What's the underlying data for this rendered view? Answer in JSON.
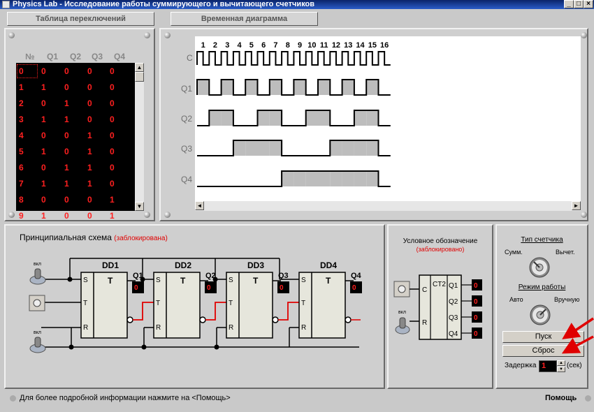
{
  "window": {
    "title": "Physics Lab - Исследование работы суммирующего и вычитающего счетчиков"
  },
  "tabs": {
    "switch_table": "Таблица переключений",
    "timing_diagram": "Временная диаграмма"
  },
  "switch_table": {
    "headers": [
      "№",
      "Q1",
      "Q2",
      "Q3",
      "Q4"
    ],
    "rows": [
      [
        "0",
        "0",
        "0",
        "0",
        "0"
      ],
      [
        "1",
        "1",
        "0",
        "0",
        "0"
      ],
      [
        "2",
        "0",
        "1",
        "0",
        "0"
      ],
      [
        "3",
        "1",
        "1",
        "0",
        "0"
      ],
      [
        "4",
        "0",
        "0",
        "1",
        "0"
      ],
      [
        "5",
        "1",
        "0",
        "1",
        "0"
      ],
      [
        "6",
        "0",
        "1",
        "1",
        "0"
      ],
      [
        "7",
        "1",
        "1",
        "1",
        "0"
      ],
      [
        "8",
        "0",
        "0",
        "0",
        "1"
      ],
      [
        "9",
        "1",
        "0",
        "0",
        "1"
      ]
    ]
  },
  "timing": {
    "clock_numbers": [
      "1",
      "2",
      "3",
      "4",
      "5",
      "6",
      "7",
      "8",
      "9",
      "10",
      "11",
      "12",
      "13",
      "14",
      "15",
      "16"
    ],
    "signal_labels": [
      "C",
      "Q1",
      "Q2",
      "Q3",
      "Q4"
    ],
    "signals": {
      "Q1": [
        1,
        0,
        1,
        0,
        1,
        0,
        1,
        0,
        1,
        0,
        1,
        0,
        1,
        0,
        1,
        0
      ],
      "Q2": [
        0,
        1,
        1,
        0,
        0,
        1,
        1,
        0,
        0,
        1,
        1,
        0,
        0,
        1,
        1,
        0
      ],
      "Q3": [
        0,
        0,
        0,
        1,
        1,
        1,
        1,
        0,
        0,
        0,
        0,
        1,
        1,
        1,
        1,
        0
      ],
      "Q4": [
        0,
        0,
        0,
        0,
        0,
        0,
        0,
        1,
        1,
        1,
        1,
        1,
        1,
        1,
        1,
        0
      ]
    },
    "fill_color": "#bdbdbd"
  },
  "schematic": {
    "title": "Принципиальная схема",
    "locked": "(заблокирована)",
    "switch_label": "вкл",
    "flipflops": [
      "DD1",
      "DD2",
      "DD3",
      "DD4"
    ],
    "outputs": [
      "Q1",
      "Q2",
      "Q3",
      "Q4"
    ],
    "output_values": [
      "0",
      "0",
      "0",
      "0"
    ],
    "pins": {
      "s": "S",
      "t": "T",
      "r": "R",
      "title": "T"
    },
    "wire_red": "#e00000"
  },
  "symbol": {
    "title": "Условное обозначение",
    "locked": "(заблокировано)",
    "chip": "CT2",
    "pins_in": [
      "C",
      "R"
    ],
    "pins_out": [
      "Q1",
      "Q2",
      "Q3",
      "Q4"
    ],
    "values": [
      "0",
      "0",
      "0",
      "0"
    ],
    "switch_label": "вкл"
  },
  "controls": {
    "counter_type": "Тип счетчика",
    "sum": "Сумм.",
    "sub": "Вычет.",
    "mode": "Режим работы",
    "auto": "Авто",
    "manual": "Вручную",
    "start": "Пуск",
    "reset": "Сброс",
    "delay_label": "Задержка",
    "delay_value": "1",
    "delay_unit": "(сек)"
  },
  "status": {
    "hint": "Для более подробной информации нажмите на <Помощь>",
    "help": "Помощь"
  },
  "colors": {
    "led_red": "#ff2020",
    "arrow_red": "#e00000"
  }
}
